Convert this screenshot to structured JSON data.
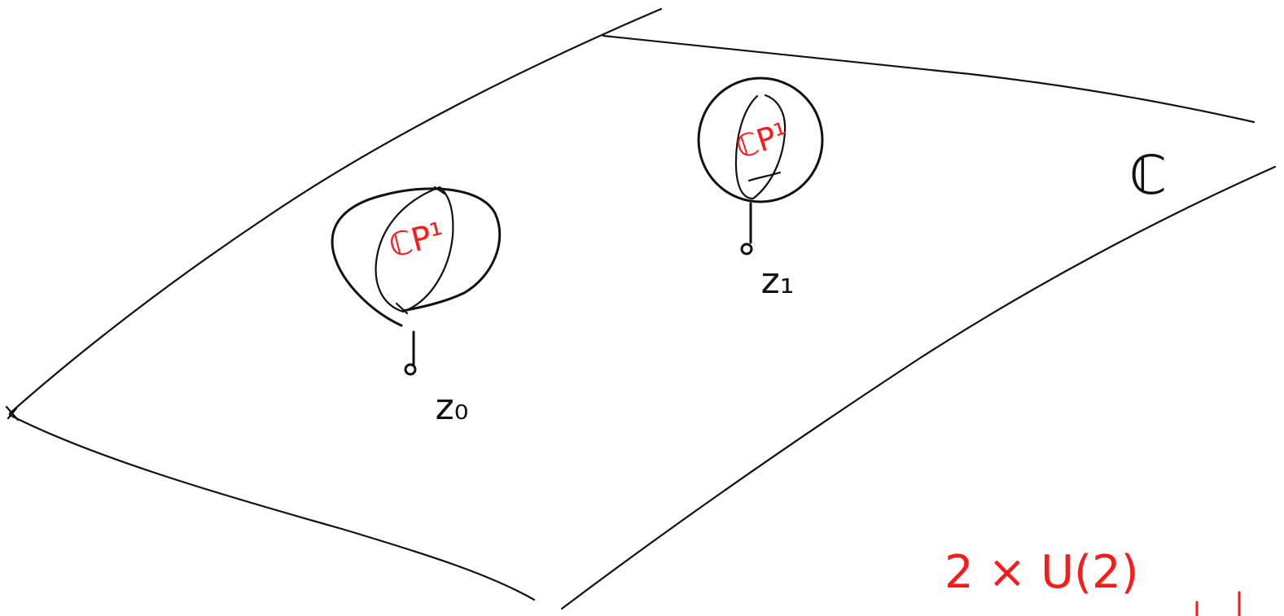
{
  "colors": {
    "ink": "#111111",
    "accent": "#ff1a1a",
    "background": "#ffffff"
  },
  "plane": {
    "label": "ℂ"
  },
  "points": [
    {
      "id": "z0",
      "label": "z₀",
      "fiber_label": "ℂP¹"
    },
    {
      "id": "z1",
      "label": "z₁",
      "fiber_label": "ℂP¹"
    }
  ],
  "annotation": {
    "text": "2 × U(2)"
  }
}
